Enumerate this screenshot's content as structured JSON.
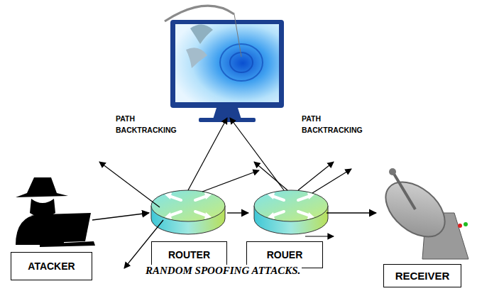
{
  "diagram": {
    "caption": "RANDOM SPOOFING ATTACKS.",
    "nodes": [
      {
        "text": [
          "ATACKER"
        ]
      },
      {
        "text": [
          "ROUTER"
        ]
      },
      {
        "text": [
          "ROUER"
        ]
      },
      {
        "text": [
          "RECEIVER"
        ]
      }
    ],
    "edges": [
      {
        "from": 0,
        "to": 1,
        "arrow": "to"
      },
      {
        "from": 1,
        "to": 2,
        "arrow": "to"
      },
      {
        "from": 2,
        "to": 3,
        "arrow": "to"
      }
    ],
    "labels": [
      "PATH BACKTRACKING",
      "PATH BACKTRACKING"
    ]
  }
}
